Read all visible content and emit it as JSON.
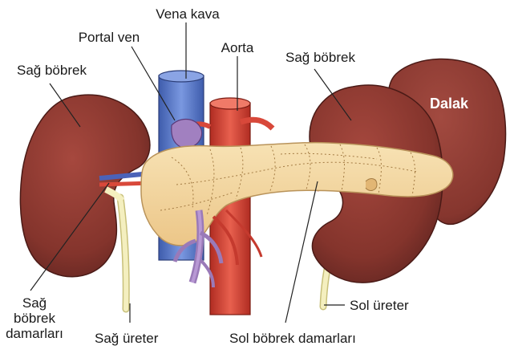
{
  "labels": {
    "vena_kava": "Vena kava",
    "portal_ven": "Portal ven",
    "aorta": "Aorta",
    "sag_bobrek_left": "Sağ böbrek",
    "sag_bobrek_right": "Sağ böbrek",
    "dalak": "Dalak",
    "sag_bobrek_damarlari_1": "Sağ",
    "sag_bobrek_damarlari_2": "böbrek",
    "sag_bobrek_damarlari_3": "damarları",
    "sag_ureter": "Sağ üreter",
    "sol_bobrek_damarlari": "Sol böbrek damarları",
    "sol_ureter": "Sol üreter"
  },
  "colors": {
    "kidney": "#8a3a32",
    "kidney_shade": "#5e2420",
    "spleen": "#8c3c34",
    "pancreas": "#f3d7a0",
    "pancreas_outline": "#b9935a",
    "vena_cava": "#5a78c8",
    "aorta": "#d8483a",
    "portal_vein": "#9a7ab8",
    "ureter": "#f1ecb8",
    "leader": "#222222"
  }
}
